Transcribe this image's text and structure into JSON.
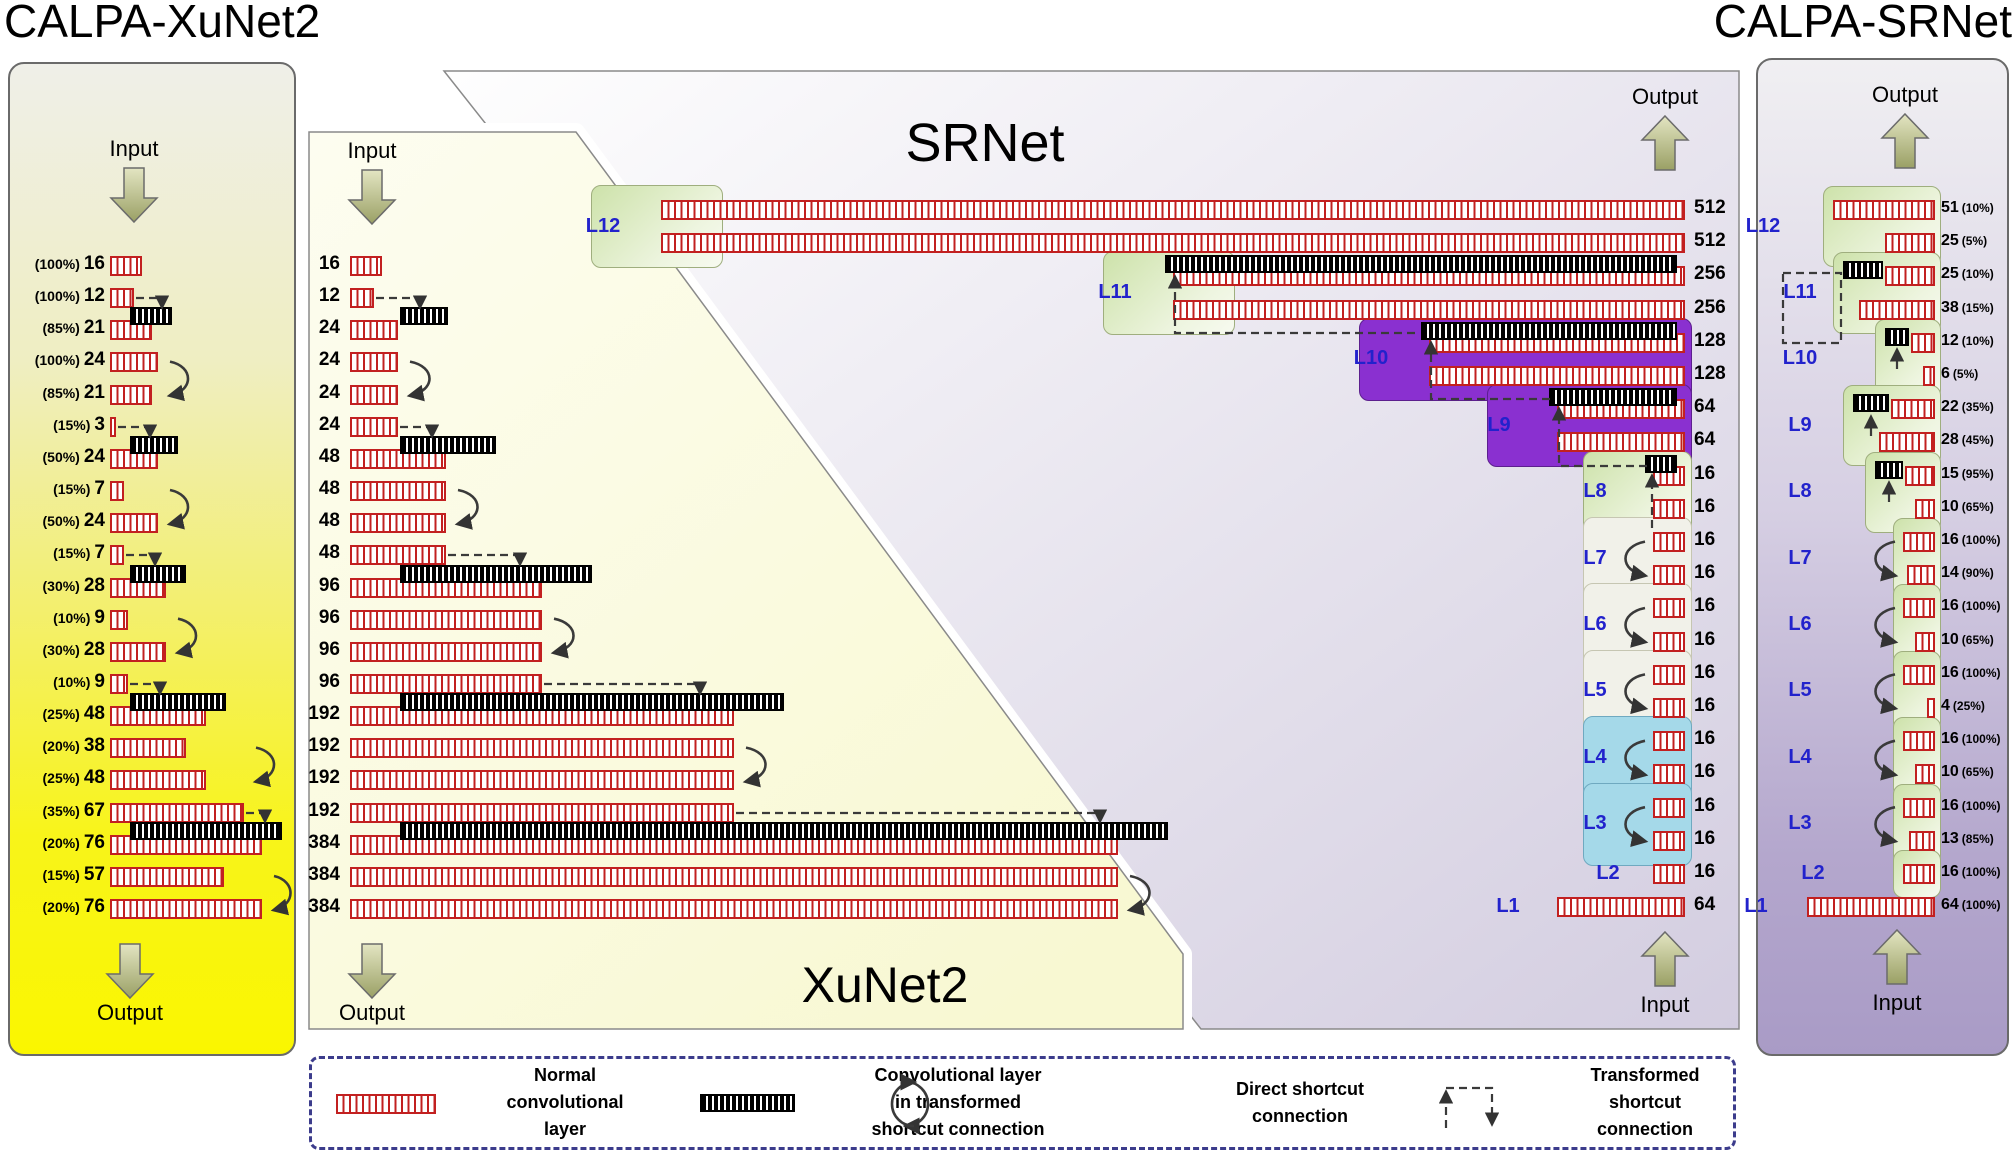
{
  "page": {
    "title_left": "CALPA-XuNet2",
    "title_right": "CALPA-SRNet",
    "srnet_title": "SRNet",
    "xunet2_title": "XuNet2",
    "input_label": "Input",
    "output_label": "Output"
  },
  "colors": {
    "red_bar": "#c22020",
    "black_bar": "#000000",
    "layer_label_blue": "#2222cc",
    "purple_box": "#8a30d0",
    "cyan_box": "#a5d9e9",
    "green_box": "#cde2aa",
    "yellow_panel": "#f8f500",
    "lavender_panel": "#d5cfe2",
    "cream_panel": "#f8f8d2",
    "right_panel_purple": "#ac9fc8"
  },
  "calpa_xunet2": {
    "rows": [
      {
        "pct": "(100%)",
        "ch": 16
      },
      {
        "pct": "(100%)",
        "ch": 12
      },
      {
        "pct": "(85%)",
        "ch": 21,
        "black": true
      },
      {
        "pct": "(100%)",
        "ch": 24
      },
      {
        "pct": "(85%)",
        "ch": 21
      },
      {
        "pct": "(15%)",
        "ch": 3
      },
      {
        "pct": "(50%)",
        "ch": 24,
        "black": true
      },
      {
        "pct": "(15%)",
        "ch": 7
      },
      {
        "pct": "(50%)",
        "ch": 24
      },
      {
        "pct": "(15%)",
        "ch": 7
      },
      {
        "pct": "(30%)",
        "ch": 28,
        "black": true
      },
      {
        "pct": "(10%)",
        "ch": 9
      },
      {
        "pct": "(30%)",
        "ch": 28
      },
      {
        "pct": "(10%)",
        "ch": 9
      },
      {
        "pct": "(25%)",
        "ch": 48,
        "black": true
      },
      {
        "pct": "(20%)",
        "ch": 38
      },
      {
        "pct": "(25%)",
        "ch": 48
      },
      {
        "pct": "(35%)",
        "ch": 67
      },
      {
        "pct": "(20%)",
        "ch": 76,
        "black": true
      },
      {
        "pct": "(15%)",
        "ch": 57
      },
      {
        "pct": "(20%)",
        "ch": 76
      }
    ]
  },
  "xunet2": {
    "rows": [
      {
        "ch": 16
      },
      {
        "ch": 12
      },
      {
        "ch": 24,
        "black": true
      },
      {
        "ch": 24
      },
      {
        "ch": 24
      },
      {
        "ch": 24
      },
      {
        "ch": 48,
        "black": true
      },
      {
        "ch": 48
      },
      {
        "ch": 48
      },
      {
        "ch": 48
      },
      {
        "ch": 96,
        "black": true
      },
      {
        "ch": 96
      },
      {
        "ch": 96
      },
      {
        "ch": 96
      },
      {
        "ch": 192,
        "black": true
      },
      {
        "ch": 192
      },
      {
        "ch": 192
      },
      {
        "ch": 192
      },
      {
        "ch": 384,
        "black": true
      },
      {
        "ch": 384
      },
      {
        "ch": 384
      }
    ]
  },
  "srnet": {
    "layers": [
      {
        "name": "L12",
        "box": "green",
        "rows": [
          {
            "ch": 512,
            "label": "512"
          },
          {
            "ch": 512,
            "label": "512"
          }
        ]
      },
      {
        "name": "L11",
        "box": "green",
        "rows": [
          {
            "ch": 256,
            "label": "256",
            "black": true
          },
          {
            "ch": 256,
            "label": "256"
          }
        ]
      },
      {
        "name": "L10",
        "box": "purple",
        "rows": [
          {
            "ch": 128,
            "label": "128",
            "black": true
          },
          {
            "ch": 128,
            "label": "128"
          }
        ]
      },
      {
        "name": "L9",
        "box": "purple",
        "rows": [
          {
            "ch": 64,
            "label": "64",
            "black": true
          },
          {
            "ch": 64,
            "label": "64"
          }
        ]
      },
      {
        "name": "L8",
        "box": "green",
        "rows": [
          {
            "ch": 16,
            "label": "16",
            "black": true
          },
          {
            "ch": 16,
            "label": "16"
          }
        ]
      },
      {
        "name": "L7",
        "box": "light",
        "arc": true,
        "rows": [
          {
            "ch": 16,
            "label": "16"
          },
          {
            "ch": 16,
            "label": "16"
          }
        ]
      },
      {
        "name": "L6",
        "box": "light",
        "arc": true,
        "rows": [
          {
            "ch": 16,
            "label": "16"
          },
          {
            "ch": 16,
            "label": "16"
          }
        ]
      },
      {
        "name": "L5",
        "box": "light",
        "arc": true,
        "rows": [
          {
            "ch": 16,
            "label": "16"
          },
          {
            "ch": 16,
            "label": "16"
          }
        ]
      },
      {
        "name": "L4",
        "box": "cyan",
        "arc": true,
        "rows": [
          {
            "ch": 16,
            "label": "16"
          },
          {
            "ch": 16,
            "label": "16"
          }
        ]
      },
      {
        "name": "L3",
        "box": "cyan",
        "arc": true,
        "rows": [
          {
            "ch": 16,
            "label": "16"
          },
          {
            "ch": 16,
            "label": "16"
          }
        ]
      },
      {
        "name": "L2",
        "box": null,
        "rows": [
          {
            "ch": 16,
            "label": "16"
          }
        ]
      },
      {
        "name": "L1",
        "box": null,
        "rows": [
          {
            "ch": 64,
            "label": "64"
          }
        ]
      }
    ]
  },
  "calpa_srnet": {
    "layers": [
      {
        "name": "L12",
        "rows": [
          {
            "ch": 51,
            "pct": "(10%)"
          },
          {
            "ch": 25,
            "pct": "(5%)"
          }
        ]
      },
      {
        "name": "L11",
        "rows": [
          {
            "ch": 25,
            "pct": "(10%)",
            "black": true
          },
          {
            "ch": 38,
            "pct": "(15%)"
          }
        ]
      },
      {
        "name": "L10",
        "rows": [
          {
            "ch": 12,
            "pct": "(10%)",
            "black": true
          },
          {
            "ch": 6,
            "pct": "(5%)"
          }
        ]
      },
      {
        "name": "L9",
        "rows": [
          {
            "ch": 22,
            "pct": "(35%)",
            "black": true
          },
          {
            "ch": 28,
            "pct": "(45%)"
          }
        ]
      },
      {
        "name": "L8",
        "rows": [
          {
            "ch": 15,
            "pct": "(95%)",
            "black": true
          },
          {
            "ch": 10,
            "pct": "(65%)"
          }
        ]
      },
      {
        "name": "L7",
        "arc": true,
        "rows": [
          {
            "ch": 16,
            "pct": "(100%)"
          },
          {
            "ch": 14,
            "pct": "(90%)"
          }
        ]
      },
      {
        "name": "L6",
        "arc": true,
        "rows": [
          {
            "ch": 16,
            "pct": "(100%)"
          },
          {
            "ch": 10,
            "pct": "(65%)"
          }
        ]
      },
      {
        "name": "L5",
        "arc": true,
        "rows": [
          {
            "ch": 16,
            "pct": "(100%)"
          },
          {
            "ch": 4,
            "pct": "(25%)"
          }
        ]
      },
      {
        "name": "L4",
        "arc": true,
        "rows": [
          {
            "ch": 16,
            "pct": "(100%)"
          },
          {
            "ch": 10,
            "pct": "(65%)"
          }
        ]
      },
      {
        "name": "L3",
        "arc": true,
        "rows": [
          {
            "ch": 16,
            "pct": "(100%)"
          },
          {
            "ch": 13,
            "pct": "(85%)"
          }
        ]
      },
      {
        "name": "L2",
        "rows": [
          {
            "ch": 16,
            "pct": "(100%)"
          }
        ]
      },
      {
        "name": "L1",
        "rows": [
          {
            "ch": 64,
            "pct": "(100%)"
          }
        ]
      }
    ]
  },
  "legend": {
    "items": [
      {
        "icon": "normal-conv-bar-sample",
        "lines": [
          "Normal",
          "convolutional",
          "layer"
        ]
      },
      {
        "icon": "transformed-conv-bar-sample",
        "lines": [
          "Convolutional layer",
          "in transformed",
          "shortcut connection"
        ]
      },
      {
        "icon": "direct-shortcut-icon",
        "lines": [
          "Direct shortcut",
          "connection"
        ]
      },
      {
        "icon": "transformed-shortcut-icon",
        "lines": [
          "Transformed",
          "shortcut",
          "connection"
        ]
      }
    ]
  }
}
